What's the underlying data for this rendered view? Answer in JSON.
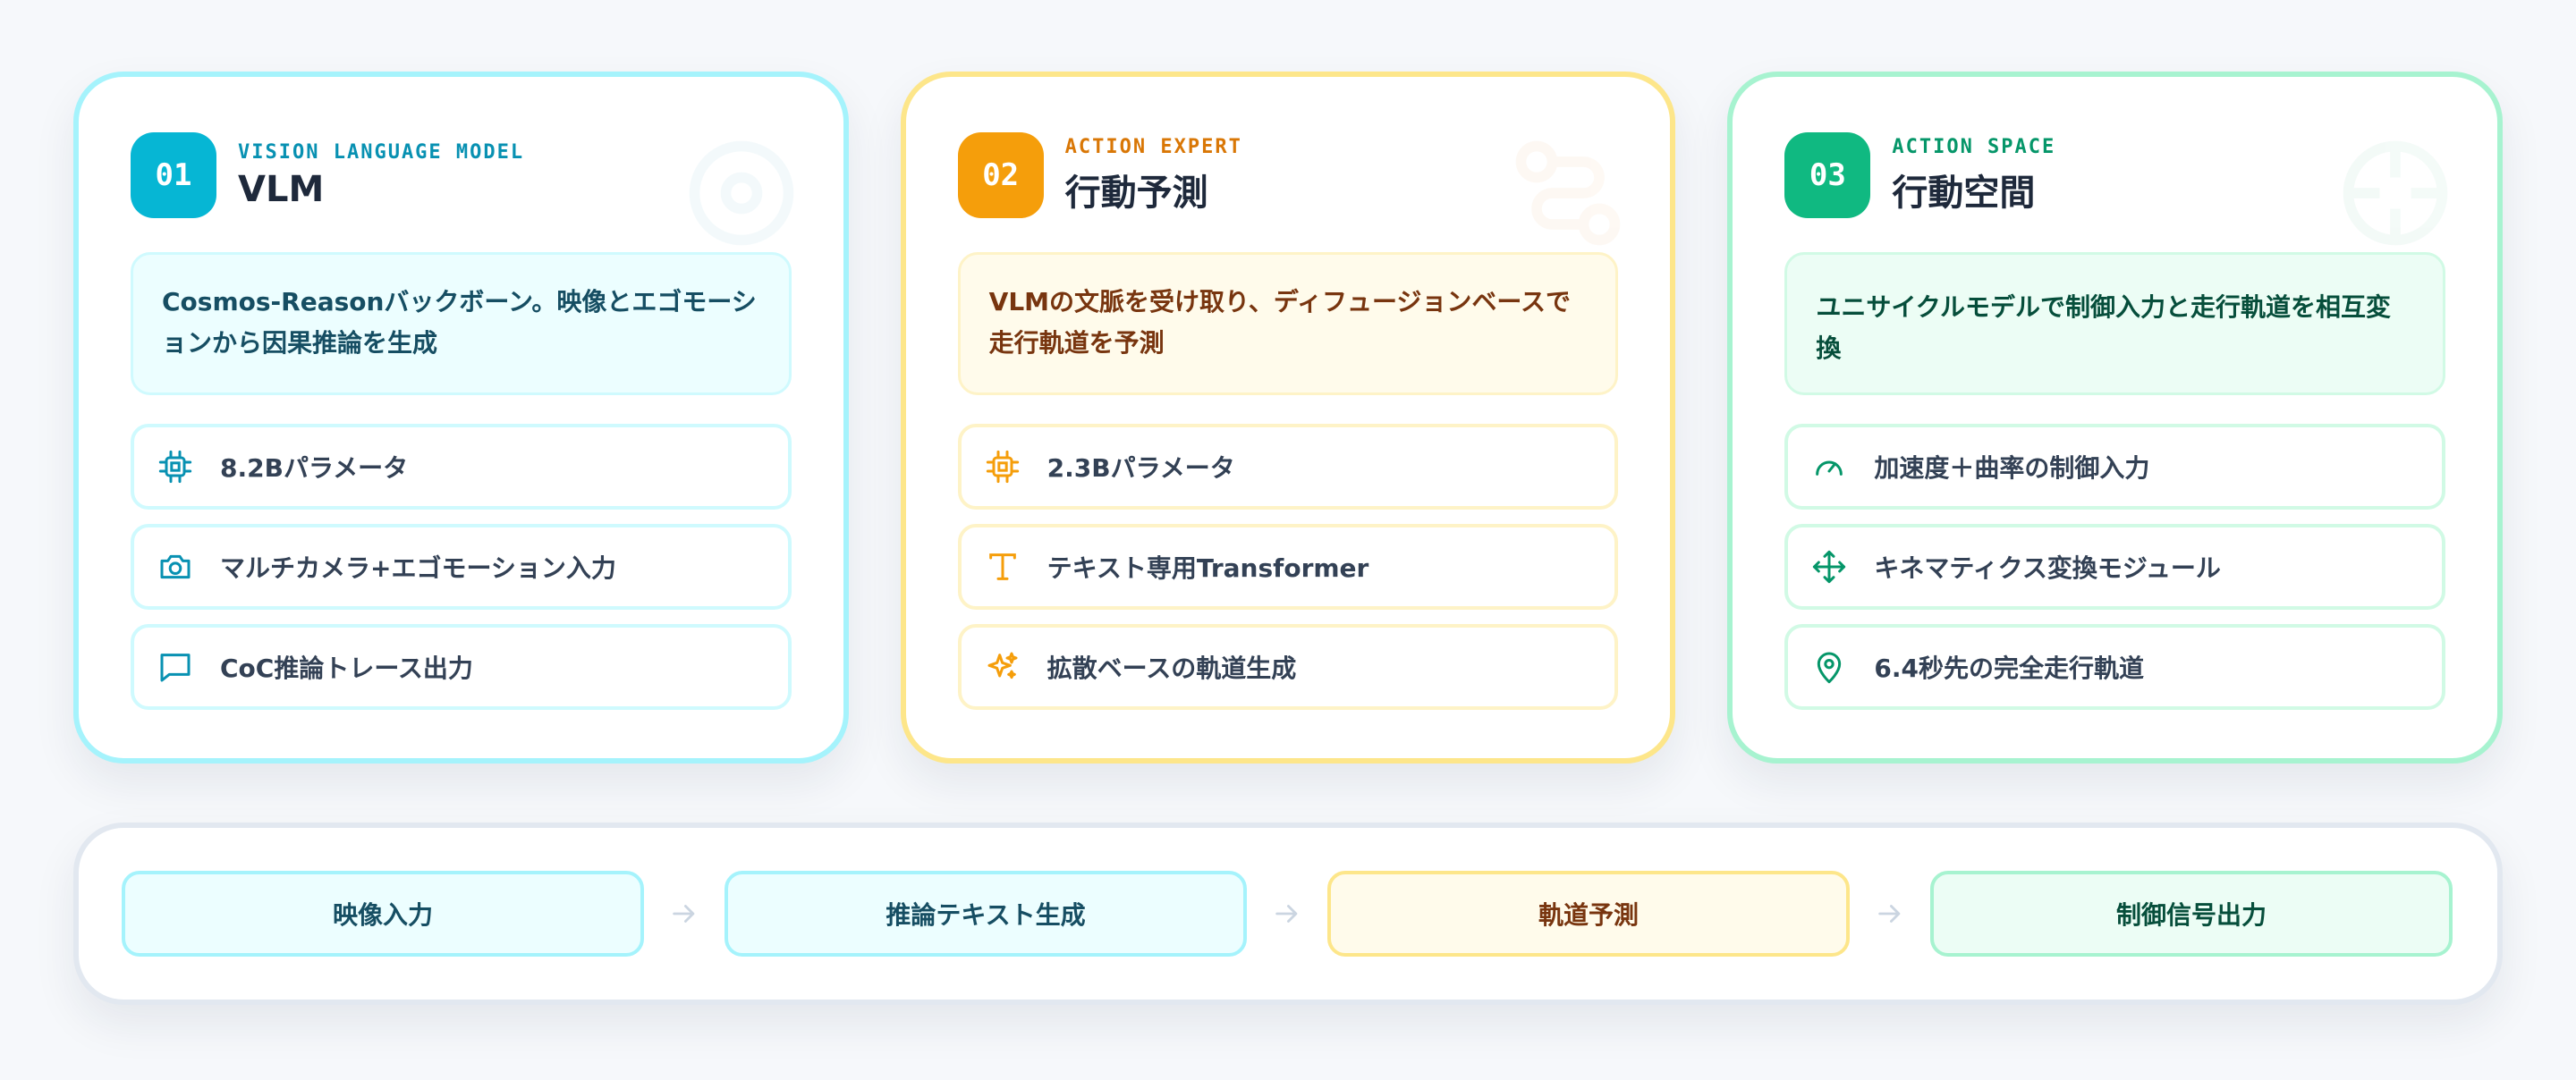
{
  "cards": [
    {
      "number": "01",
      "kicker": "VISION LANGUAGE MODEL",
      "title": "VLM",
      "description": "Cosmos-Reasonバックボーン。映像とエゴモーションから因果推論を生成",
      "features": [
        {
          "icon": "cpu-icon",
          "label": "8.2Bパラメータ"
        },
        {
          "icon": "camera-icon",
          "label": "マルチカメラ+エゴモーション入力"
        },
        {
          "icon": "chat-icon",
          "label": "CoC推論トレース出力"
        }
      ],
      "accent": "#06b6d4"
    },
    {
      "number": "02",
      "kicker": "ACTION EXPERT",
      "title": "行動予測",
      "description": "VLMの文脈を受け取り、ディフュージョンベースで走行軌道を予測",
      "features": [
        {
          "icon": "cpu-icon",
          "label": "2.3Bパラメータ"
        },
        {
          "icon": "text-icon",
          "label": "テキスト専用Transformer"
        },
        {
          "icon": "sparkles-icon",
          "label": "拡散ベースの軌道生成"
        }
      ],
      "accent": "#f59e0b"
    },
    {
      "number": "03",
      "kicker": "ACTION SPACE",
      "title": "行動空間",
      "description": "ユニサイクルモデルで制御入力と走行軌道を相互変換",
      "features": [
        {
          "icon": "gauge-icon",
          "label": "加速度＋曲率の制御入力"
        },
        {
          "icon": "move-icon",
          "label": "キネマティクス変換モジュール"
        },
        {
          "icon": "map-pin-icon",
          "label": "6.4秒先の完全走行軌道"
        }
      ],
      "accent": "#10b981"
    }
  ],
  "flow": {
    "steps": [
      "映像入力",
      "推論テキスト生成",
      "軌道予測",
      "制御信号出力"
    ]
  }
}
